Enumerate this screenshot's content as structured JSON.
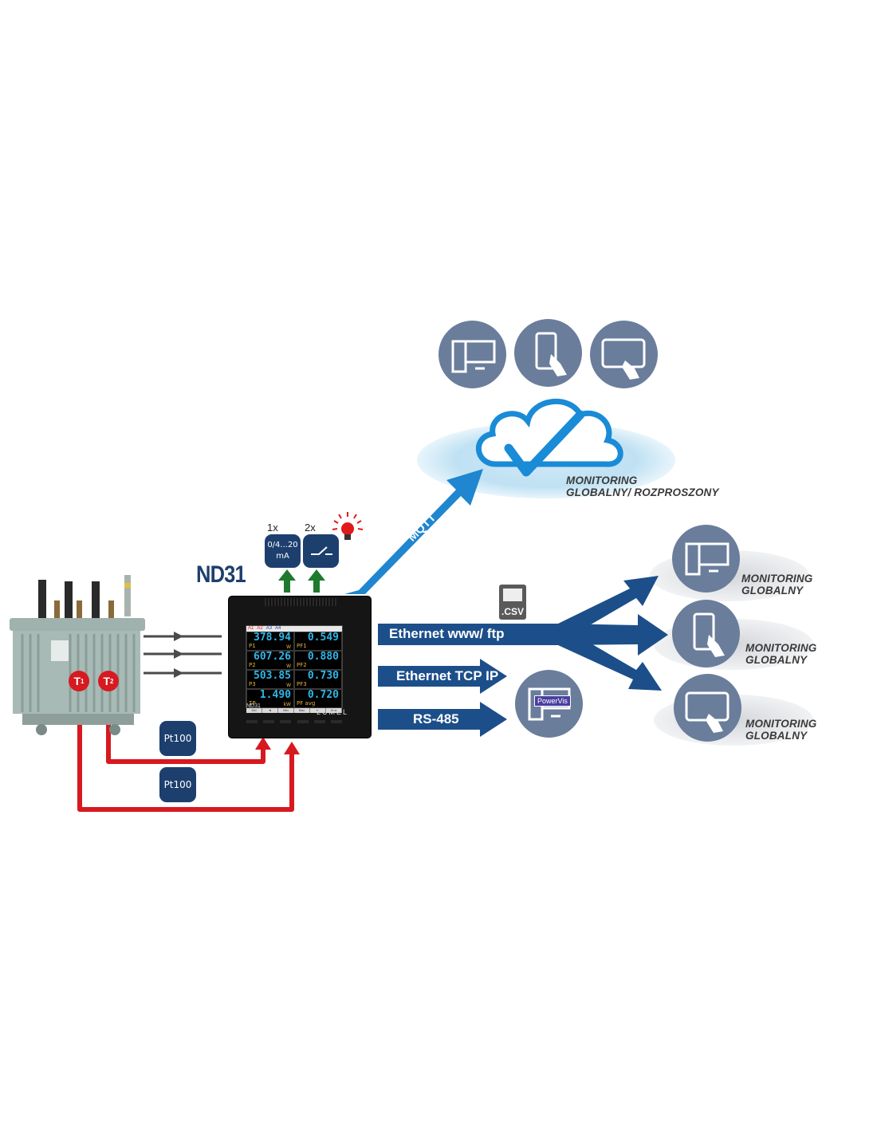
{
  "device": {
    "model": "ND31",
    "brand": "LUMEL",
    "panel_label": "ND31",
    "screen": {
      "header": [
        "A1",
        "A2",
        "A3",
        "A4"
      ],
      "rows": [
        {
          "left_label": "P1",
          "left_value": "378.94",
          "left_unit": "W",
          "right_label": "PF1",
          "right_value": "0.549"
        },
        {
          "left_label": "P2",
          "left_value": "607.26",
          "left_unit": "W",
          "right_label": "PF2",
          "right_value": "0.880"
        },
        {
          "left_label": "P3",
          "left_value": "503.85",
          "left_unit": "W",
          "right_label": "PF3",
          "right_value": "0.730"
        },
        {
          "left_label": "ΣP",
          "left_value": "1.490",
          "left_unit": "kW",
          "right_label": "PF avg",
          "right_value": "0.720"
        }
      ],
      "buttons": [
        "Del",
        "◄",
        "Min",
        "Max",
        "►",
        "Menu"
      ]
    }
  },
  "outputs": {
    "analog": {
      "count": "1x",
      "label_line1": "0/4...20",
      "label_line2": "mA"
    },
    "relay": {
      "count": "2x",
      "icon": "relay-switch-icon"
    },
    "alarm_icon": "alarm-bulb-icon"
  },
  "inputs": {
    "sensors": [
      {
        "tag": "T",
        "index": "1",
        "type": "Pt100"
      },
      {
        "tag": "T",
        "index": "2",
        "type": "Pt100"
      }
    ],
    "source": "transformer",
    "phase_lines": 3
  },
  "communication": {
    "mqtt_label": "MQTT",
    "cloud_label_line1": "MONITORING",
    "cloud_label_line2": "GLOBALNY/ ROZPROSZONY",
    "cloud_devices": [
      "desktop-icon",
      "smartphone-icon",
      "tablet-icon"
    ],
    "ethernet_www_ftp": "Ethernet www/ ftp",
    "csv_label": ".CSV",
    "ethernet_tcp_ip": "Ethernet TCP IP",
    "rs485": "RS-485",
    "powervis_label": "PowerVis",
    "global_monitors": [
      {
        "icon": "desktop-icon",
        "line1": "MONITORING",
        "line2": "GLOBALNY"
      },
      {
        "icon": "smartphone-icon",
        "line1": "MONITORING",
        "line2": "GLOBALNY"
      },
      {
        "icon": "tablet-icon",
        "line1": "MONITORING",
        "line2": "GLOBALNY"
      }
    ]
  },
  "colors": {
    "navy": "#1d3f6e",
    "arrow_navy": "#1c4f8a",
    "mqtt_blue": "#1f86cf",
    "cloud_blue": "#1a8bd6",
    "circle_gray": "#6a7d9b",
    "red_line": "#d71920",
    "green_arrow": "#1f7a2e"
  }
}
